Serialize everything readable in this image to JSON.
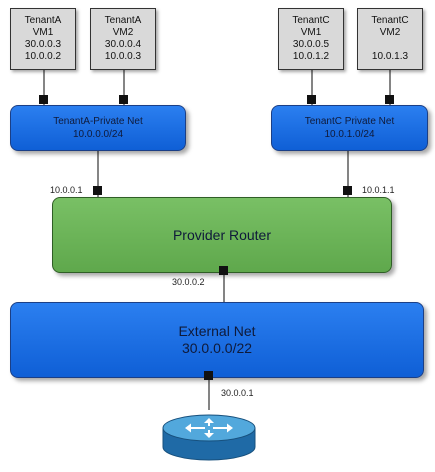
{
  "vms": [
    {
      "id": "tenanta-vm1",
      "lines": [
        "TenantA",
        "VM1",
        "30.0.0.3",
        "10.0.0.2"
      ]
    },
    {
      "id": "tenanta-vm2",
      "lines": [
        "TenantA",
        "VM2",
        "30.0.0.4",
        "10.0.0.3"
      ]
    },
    {
      "id": "tenantc-vm1",
      "lines": [
        "TenantC",
        "VM1",
        "30.0.0.5",
        "10.0.1.2"
      ]
    },
    {
      "id": "tenantc-vm2",
      "lines": [
        "TenantC",
        "VM2",
        "",
        "10.0.1.3"
      ]
    }
  ],
  "networks": {
    "tenanta_private": {
      "name": "TenantA-Private Net",
      "cidr": "10.0.0.0/24"
    },
    "tenantc_private": {
      "name": "TenantC Private Net",
      "cidr": "10.0.1.0/24"
    },
    "provider_router": {
      "name": "Provider Router"
    },
    "external_net": {
      "name": "External Net",
      "cidr": "30.0.0.0/22"
    }
  },
  "port_labels": {
    "tenanta_gateway": "10.0.0.1",
    "tenantc_gateway": "10.0.1.1",
    "router_external": "30.0.0.2",
    "external_gateway": "30.0.0.1"
  },
  "colors": {
    "vm_fill": "#d9d9d9",
    "network_blue": "#1769e0",
    "router_green": "#6ab457",
    "port": "#111111"
  },
  "icons": {
    "gateway_router": "router-icon"
  }
}
